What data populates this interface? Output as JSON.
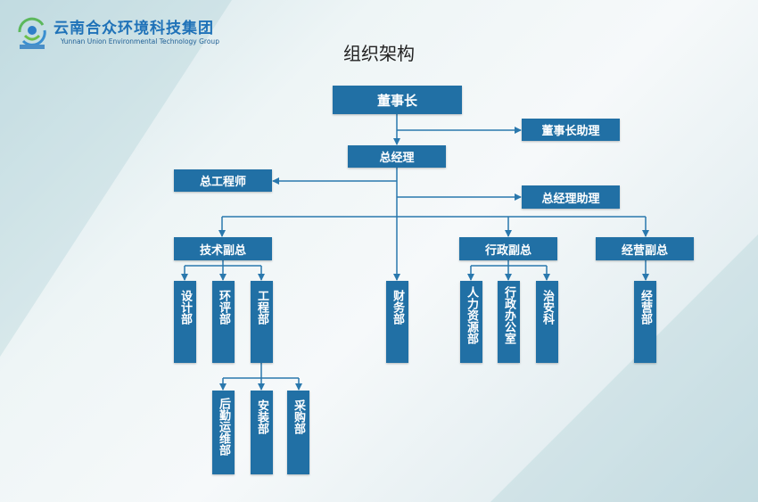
{
  "header": {
    "company_cn": "云南合众环境科技集团",
    "company_en": "Yunnan Union Environmental Technology Group",
    "page_title": "组织架构"
  },
  "colors": {
    "box": "#2170a5",
    "line": "#2a78ad"
  },
  "org": {
    "chairman": "董事长",
    "chairman_assistant": "董事长助理",
    "general_manager": "总经理",
    "chief_engineer": "总工程师",
    "gm_assistant": "总经理助理",
    "vp_tech": "技术副总",
    "vp_admin": "行政副总",
    "vp_business": "经营副总",
    "design": "设计部",
    "eia": "环评部",
    "engineering": "工程部",
    "finance": "财务部",
    "hr": "人力资源部",
    "admin_office": "行政办公室",
    "security": "治安科",
    "business": "经营部",
    "logistics": "后勤运维部",
    "installation": "安装部",
    "purchasing": "采购部"
  }
}
